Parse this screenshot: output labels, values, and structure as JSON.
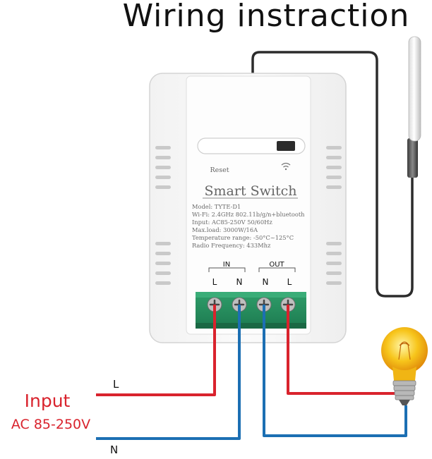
{
  "title": "Wiring instraction",
  "device": {
    "name": "Smart Switch",
    "reset_label": "Reset",
    "wifi_icon": "wifi-icon",
    "specs": [
      "Model: TYTE-D1",
      "Wi-Fi: 2.4GHz 802.11b/g/n+bluetooth",
      "Input: AC85-250V 50/60Hz",
      "Max.load: 3000W/16A",
      "Temperature range: -50°C~125°C",
      "Radio Frequency: 433Mhz"
    ],
    "in_group": "IN",
    "out_group": "OUT",
    "terminals": [
      "L",
      "N",
      "N",
      "L"
    ]
  },
  "wiring": {
    "input_label": "Input",
    "voltage_label": "AC 85-250V",
    "line_label": "L",
    "neutral_label": "N",
    "line_color": "#d9232d",
    "neutral_color": "#1c6fb3"
  },
  "load_icon": "light-bulb-icon",
  "sensor_icon": "temperature-probe-icon"
}
